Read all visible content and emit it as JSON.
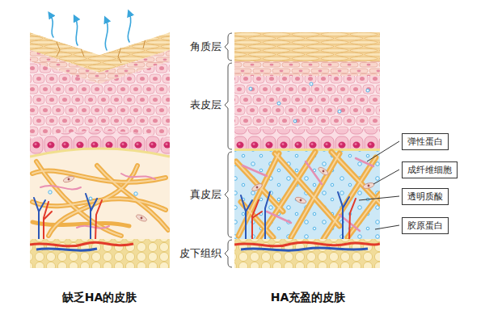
{
  "diagram": {
    "nodes": [
      {
        "text": [
          "弹性蛋白"
        ]
      },
      {
        "text": [
          "成纤维细胞"
        ]
      },
      {
        "text": [
          "透明质酸"
        ]
      },
      {
        "text": [
          "胶原蛋白"
        ]
      }
    ],
    "labels": [
      "角质层",
      "表皮层",
      "真皮层",
      "皮下组织",
      "缺乏HA的皮肤",
      "HA充盈的皮肤"
    ]
  }
}
